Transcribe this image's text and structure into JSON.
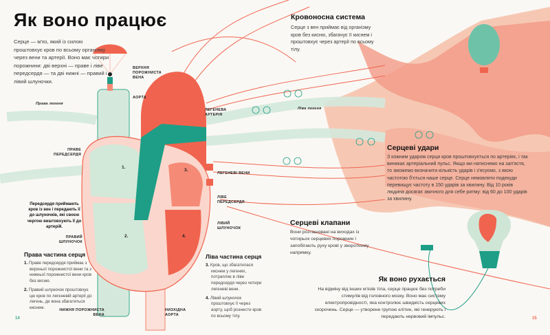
{
  "title": "Як воно працює",
  "intro": "Серце — м'яз, який із силою проштовхує кров по всьому організму через вени та артерії. Воно має чотири порожнини: дві верхні — праве і ліве передсердя — та дві нижні — правий і лівий шлуночки.",
  "labels": {
    "superior_vena_cava": "Верхня порожниста вена",
    "aorta": "Аорта",
    "right_lung": "Права легеня",
    "right_atrium": "Праве передсердя",
    "pulmonary_artery": "Легенева артерія",
    "pulmonary_veins": "Легеневі вени",
    "left_atrium": "Ліве передсердя",
    "left_ventricle": "Лівий шлуночок",
    "right_ventricle": "Правий шлуночок",
    "inferior_vena_cava": "Нижня порожниста вена",
    "descending_aorta": "Низхідна аорта",
    "left_lung": "Ліва легеня"
  },
  "heart_numbers": [
    "1.",
    "2.",
    "3.",
    "4."
  ],
  "atria_note": "Передсердя приймають кров із вен і передають її до шлуночків, які своєю чергою виштовхують її до артерій.",
  "right_side": {
    "heading": "Права частина серця",
    "items": [
      {
        "n": "1.",
        "text": "Праве передсердя приймає з верхньої порожнистої вени та з нижньої порожнистої вени кров без кисню."
      },
      {
        "n": "2.",
        "text": "Правий шлуночок проштовхує цю кров по легеневій артерії до легень, де вона збагатиться киснем."
      }
    ]
  },
  "left_side": {
    "heading": "Ліва частина серця",
    "items": [
      {
        "n": "3.",
        "text": "Кров, що збагатилася киснем у легенях, потрапляє в ліве передсердя через чотири легеневі вени."
      },
      {
        "n": "4.",
        "text": "Лівий шлуночок проштовхує її через аорту, щоб рознести кров по всьому тілу."
      }
    ]
  },
  "circulatory": {
    "heading": "Кровоносна система",
    "text": "Серце з вен приймає від організму кров без кисню, збагачує її киснем і проштовхує через артерії по всьому тілу."
  },
  "heartbeats": {
    "heading": "Серцеві удари",
    "text": "З кожним ударом серця кров проштовхується по артеріях, і так виникає артеріальний пульс. Якщо ми натиснемо на зап'ястя, то зможемо визначити кількість ударів і з'ясуємо, з якою частотою б'ється наше серце. Серце немовляти подекуди перевищує частоту в 150 ударів за хвилину. Від 10 років людина досягає звичного для себе ритму: від 60 до 100 ударів за хвилину."
  },
  "valves": {
    "heading": "Серцеві клапани",
    "text": "Вони розташовані на виходах із чотирьох серцевих порожнин і запобігають руху крові у зворотному напрямку."
  },
  "movement": {
    "heading": "Як воно рухається",
    "text": "На відміну від інших м'язів тіла, серце працює без потреби стимулів від головного мозку. Воно має систему електропровідності, яка контролює швидкість серцевих скорочень. Серце — утворене групою клітин, які генерують і передають нервовий імпульс."
  },
  "page_left": "14",
  "page_right": "15",
  "colors": {
    "red": "#f0644f",
    "pink": "#f9d2c8",
    "green": "#cfe6d6",
    "teal": "#1e9e86",
    "peach": "#f6c3ad"
  }
}
